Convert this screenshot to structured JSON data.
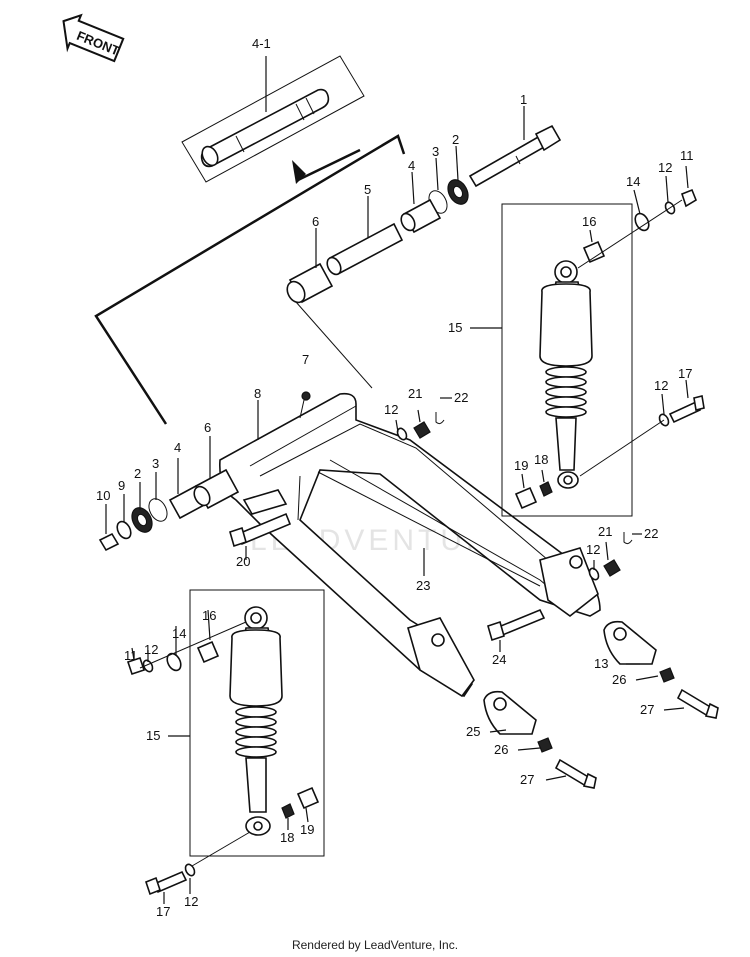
{
  "front_label": "FRONT",
  "watermark": "LEADVENTURE",
  "footer": "Rendered by LeadVenture, Inc.",
  "callouts": {
    "c4_1": "4-1",
    "c1": "1",
    "c2_top": "2",
    "c3_top": "3",
    "c4_top": "4",
    "c5": "5",
    "c6_top": "6",
    "c7": "7",
    "c8": "8",
    "c6_left": "6",
    "c4_left": "4",
    "c3_left": "3",
    "c2_left": "2",
    "c9": "9",
    "c10": "10",
    "c11_right": "11",
    "c12_right_top": "12",
    "c14_right": "14",
    "c16_right": "16",
    "c15_right": "15",
    "c12_right_mid": "12",
    "c17_right": "17",
    "c12_center": "12",
    "c21_center": "21",
    "c22_center": "22",
    "c19_right": "19",
    "c18_right": "18",
    "c21_lower": "21",
    "c22_lower": "22",
    "c12_lower": "12",
    "c20": "20",
    "c23": "23",
    "c24": "24",
    "c13": "13",
    "c26_right": "26",
    "c27_right": "27",
    "c25": "25",
    "c26_center": "26",
    "c27_center": "27",
    "c16_left": "16",
    "c14_left": "14",
    "c11_left": "11",
    "c12_left": "12",
    "c15_left": "15",
    "c18_left": "18",
    "c19_left": "19",
    "c17_left": "17",
    "c12_bottom": "12"
  }
}
